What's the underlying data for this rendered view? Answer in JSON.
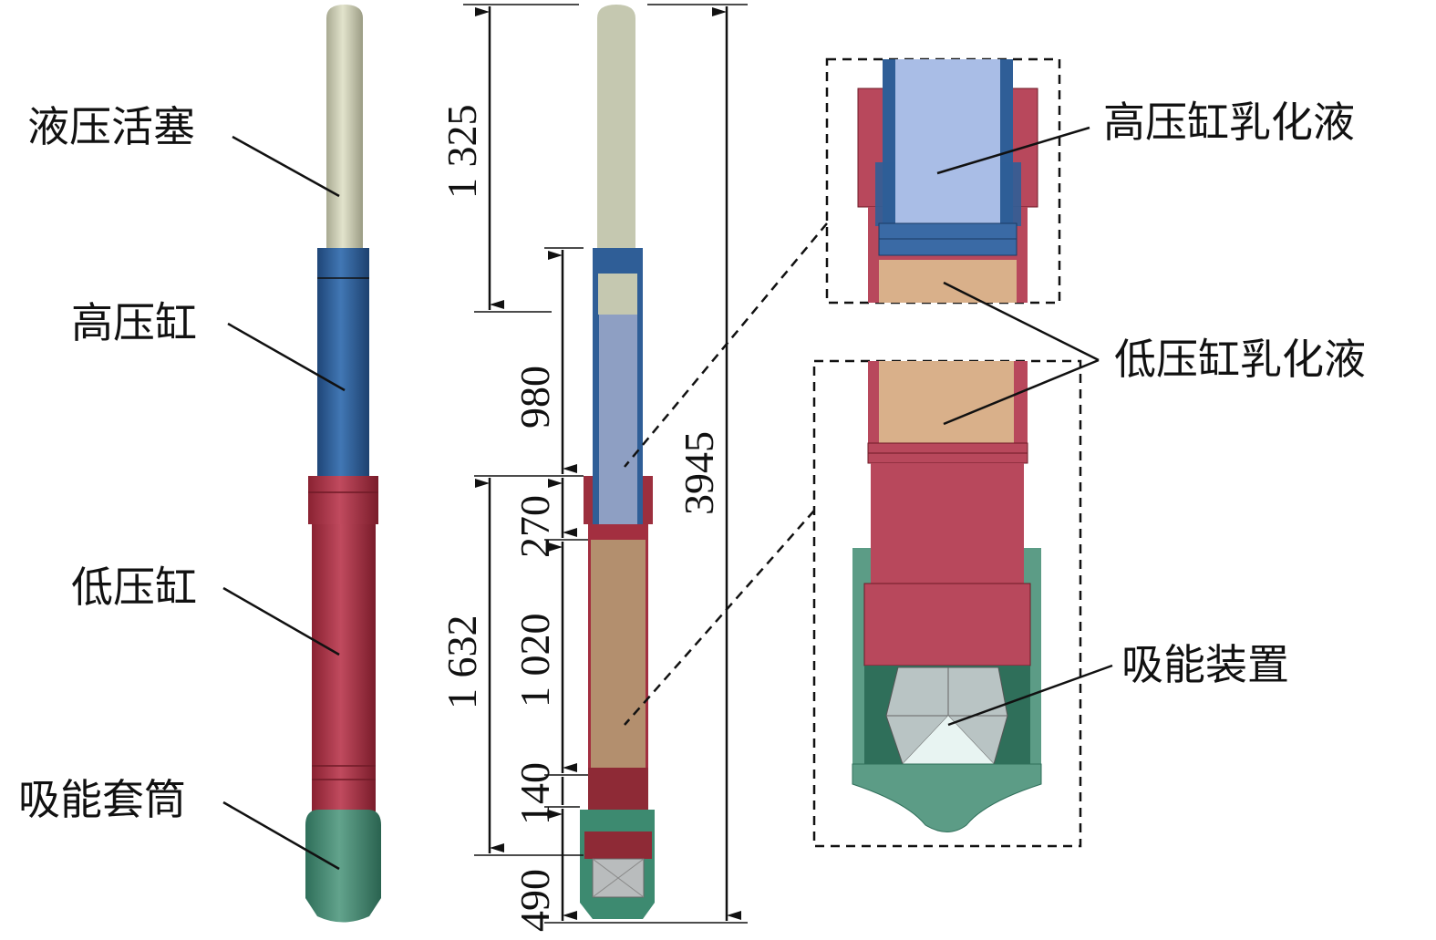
{
  "labels": {
    "piston": "液压活塞",
    "high_cyl": "高压缸",
    "low_cyl": "低压缸",
    "sleeve": "吸能套筒",
    "high_fluid": "高压缸乳化液",
    "low_fluid": "低压缸乳化液",
    "absorber": "吸能装置"
  },
  "dimensions": {
    "d1325": "1 325",
    "d980": "980",
    "d270": "270",
    "d1020": "1 020",
    "d140": "140",
    "d490": "490",
    "d1632": "1 632",
    "d3945": "3945"
  },
  "colors": {
    "rod": "#c9cab2",
    "blue": "#2f5e97",
    "light_blue": "#a9bde6",
    "red": "#b8485c",
    "dark_red": "#8e2a36",
    "tan": "#d9b08a",
    "green": "#5c9c86"
  }
}
